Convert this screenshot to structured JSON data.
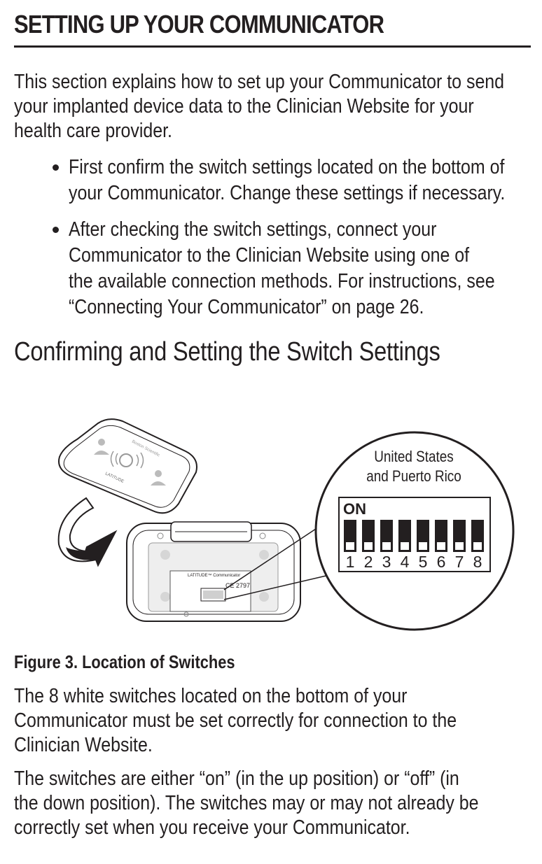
{
  "section": {
    "title": "SETTING UP YOUR COMMUNICATOR",
    "intro_lines": [
      "This section explains how to set up your Communicator to send",
      "your implanted device data to the Clinician Website for your",
      "health care provider."
    ],
    "bullets": [
      {
        "lines": [
          "First confirm the switch settings located on the bottom of",
          "your Communicator. Change these settings if necessary."
        ]
      },
      {
        "lines": [
          "After checking the switch settings, connect your",
          "Communicator to the Clinician Website using one of",
          "the available connection methods. For instructions, see",
          "“Connecting Your Communicator” on page 26."
        ]
      }
    ]
  },
  "subsection": {
    "title": "Confirming and Setting the Switch Settings"
  },
  "figure": {
    "region_line1": "United States",
    "region_line2": "and Puerto Rico",
    "on_label": "ON",
    "switch_numbers": [
      "1",
      "2",
      "3",
      "4",
      "5",
      "6",
      "7",
      "8"
    ],
    "brand_top": "Boston Scientific",
    "product_label": "LATITUDE",
    "device_label_title": "LATITUDE™ Communicator",
    "ce_mark": "CE 2797",
    "caption": "Figure 3.  Location of Switches"
  },
  "paragraphs": [
    {
      "lines": [
        "The 8 white switches located on the bottom of your",
        "Communicator must be set correctly for connection to the",
        "Clinician Website."
      ]
    },
    {
      "lines": [
        "The switches are either “on” (in the up position) or “off” (in",
        "the down position). The switches may or may not already be",
        "correctly set when you receive your Communicator."
      ]
    }
  ]
}
